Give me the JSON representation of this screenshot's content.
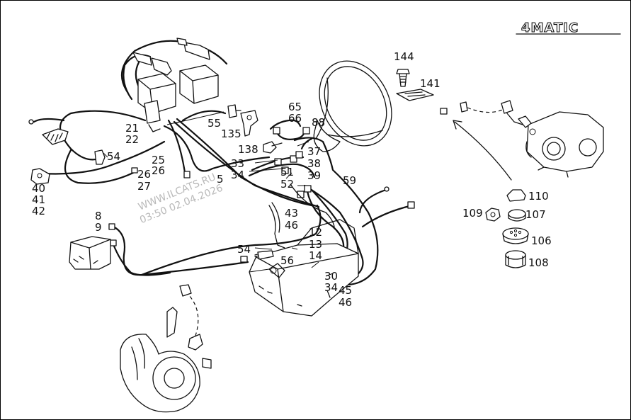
{
  "brand_badge": "4MATIC",
  "watermark": {
    "line1": "WWW.ILCATS.RU",
    "line2": "03:50 02.04.2026"
  },
  "callouts": [
    "144",
    "141",
    "65",
    "66",
    "88",
    "21",
    "22",
    "55",
    "135",
    "138",
    "54",
    "25",
    "26",
    "26",
    "27",
    "40",
    "41",
    "42",
    "33",
    "34",
    "5",
    "37",
    "38",
    "39",
    "51",
    "52",
    "59",
    "43",
    "46",
    "8",
    "9",
    "12",
    "13",
    "14",
    "54",
    "56",
    "30",
    "34",
    "45",
    "46",
    "110",
    "109",
    "107",
    "106",
    "108"
  ],
  "colors": {
    "ink": "#111111",
    "background": "#ffffff",
    "watermark": "#b9b9b9"
  }
}
